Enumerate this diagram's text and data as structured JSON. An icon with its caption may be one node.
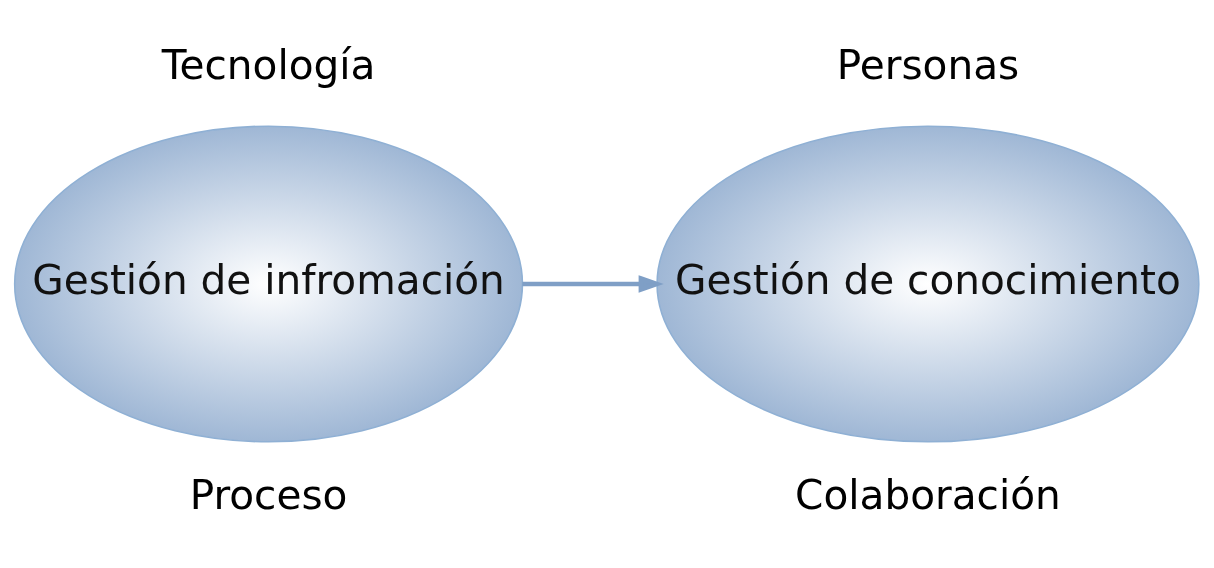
{
  "diagram": {
    "nodes": [
      {
        "text": [
          "Gestión de infromación"
        ]
      },
      {
        "text": [
          "Gestión de conocimiento"
        ]
      }
    ],
    "edges": [
      {
        "from": 0,
        "to": 1,
        "arrow": "to"
      }
    ],
    "labels": [
      "Tecnología",
      "Personas",
      "Proceso",
      "Colaboración"
    ]
  }
}
